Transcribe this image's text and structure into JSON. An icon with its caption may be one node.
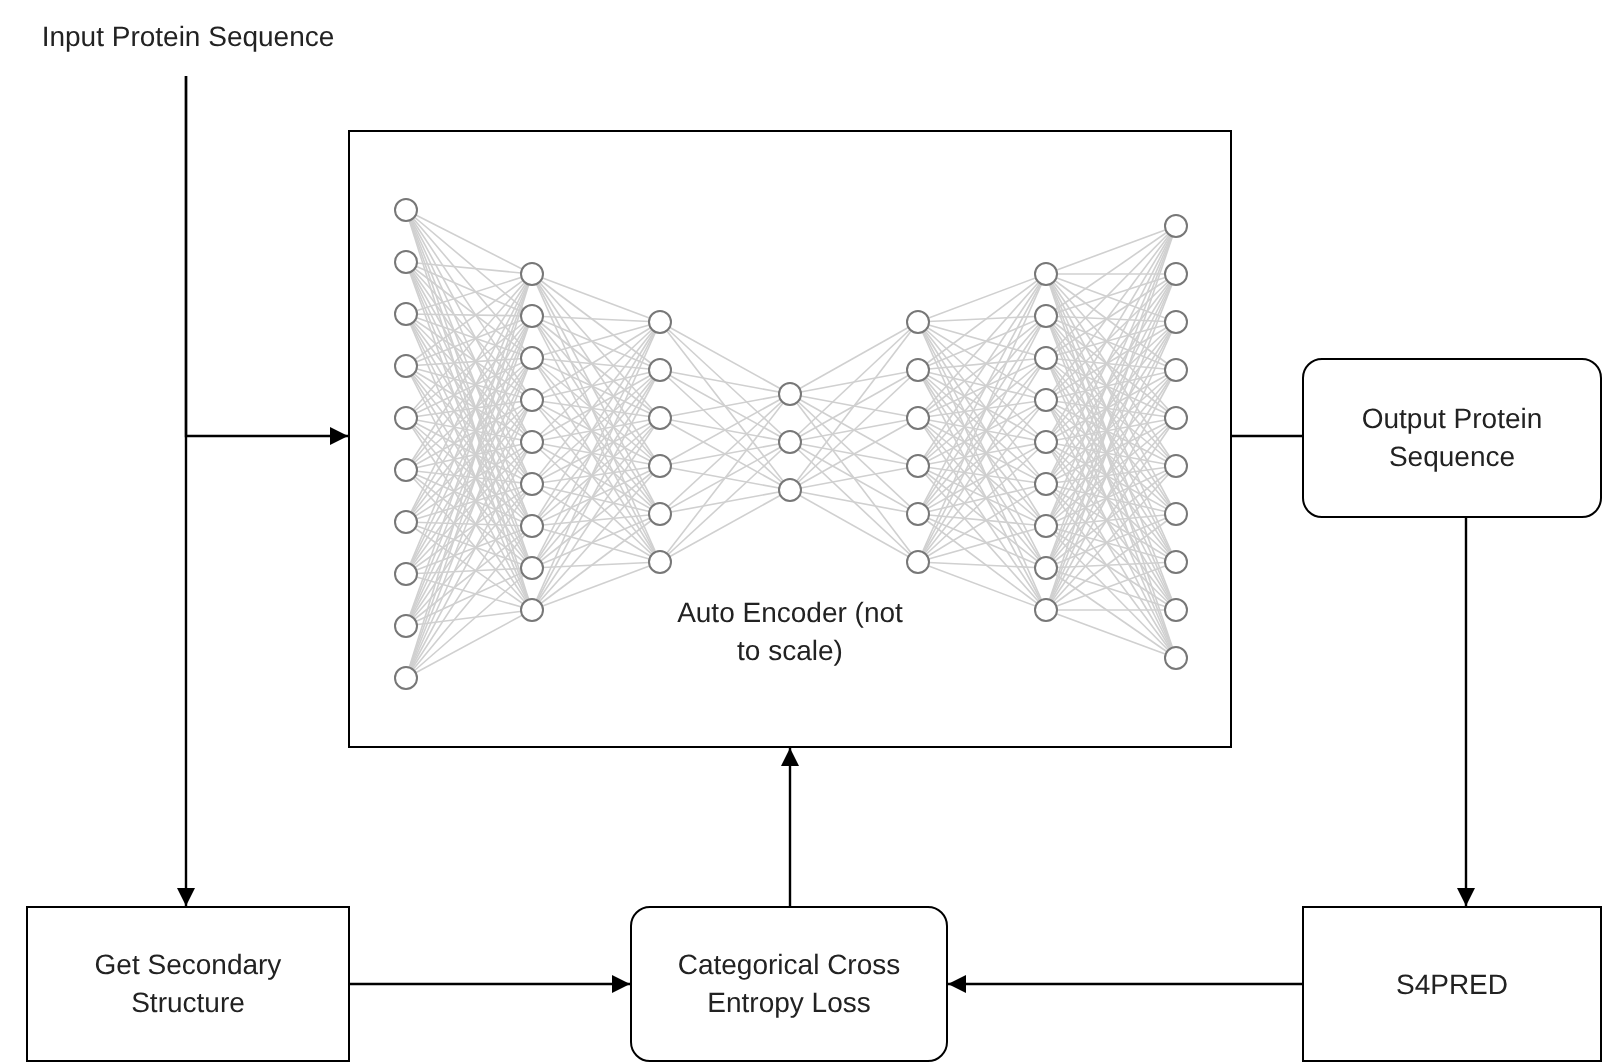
{
  "diagram": {
    "nodes": [
      {
        "text": [
          "Input Protein Sequence"
        ]
      },
      {
        "text": [
          "Auto Encoder (not to scale)"
        ]
      },
      {
        "text": [
          "Output Protein Sequence"
        ]
      },
      {
        "text": [
          "Get Secondary Structure"
        ]
      },
      {
        "text": [
          "Categorical Cross Entropy Loss"
        ]
      },
      {
        "text": [
          "S4PRED"
        ]
      }
    ],
    "edges": [
      {
        "from": 0,
        "to": 3,
        "arrow": "to"
      },
      {
        "from": 0,
        "to": 1,
        "arrow": "to"
      },
      {
        "from": 1,
        "to": 2,
        "arrow": "none"
      },
      {
        "from": 2,
        "to": 5,
        "arrow": "to"
      },
      {
        "from": 5,
        "to": 4,
        "arrow": "to"
      },
      {
        "from": 3,
        "to": 4,
        "arrow": "to"
      },
      {
        "from": 4,
        "to": 1,
        "arrow": "to"
      }
    ]
  }
}
